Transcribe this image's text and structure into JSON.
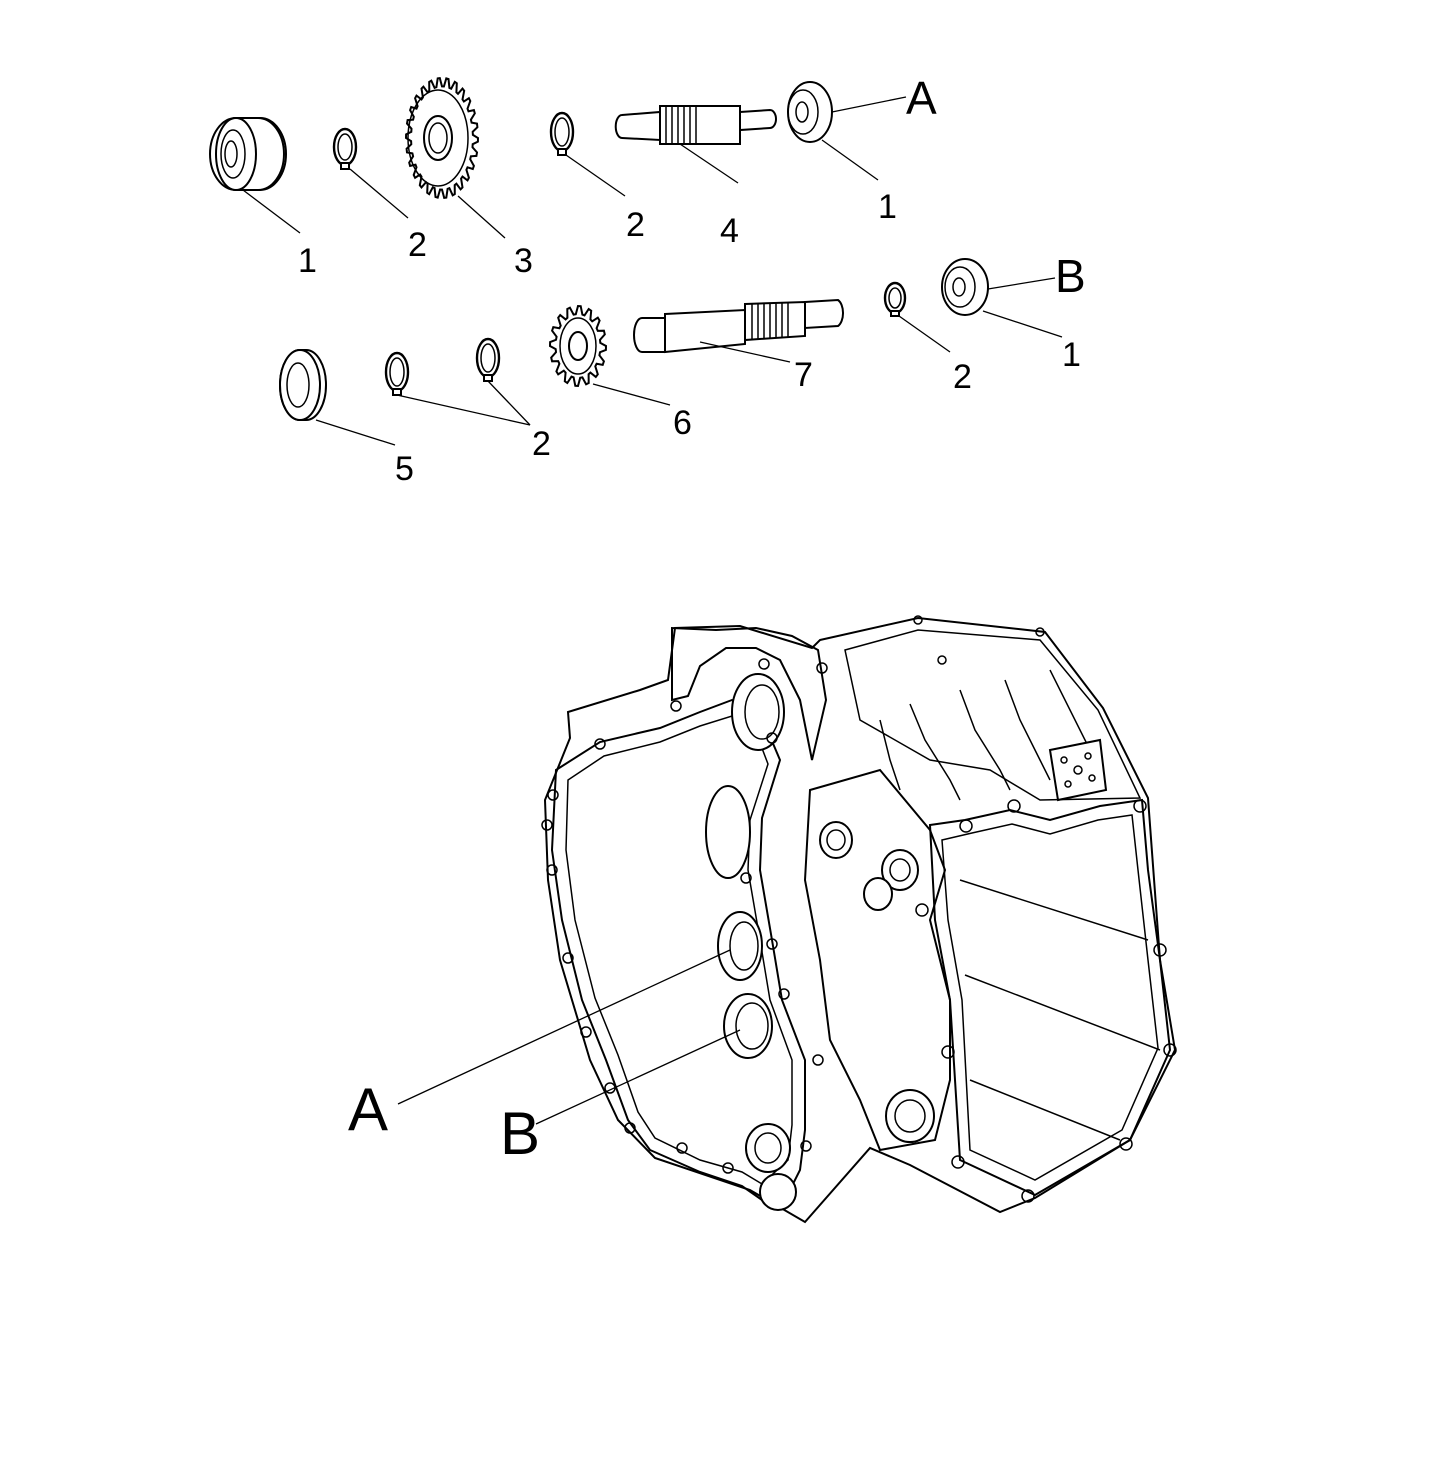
{
  "callouts": {
    "p1_left": "1",
    "p2_a": "2",
    "p3": "3",
    "p2_b": "2",
    "p4": "4",
    "p1_top_right": "1",
    "A_top": "A",
    "B_mid": "B",
    "p1_mid_right": "1",
    "p2_c": "2",
    "p7": "7",
    "p6": "6",
    "p2_pair": "2",
    "p5": "5",
    "A_housing": "A",
    "B_housing": "B"
  }
}
